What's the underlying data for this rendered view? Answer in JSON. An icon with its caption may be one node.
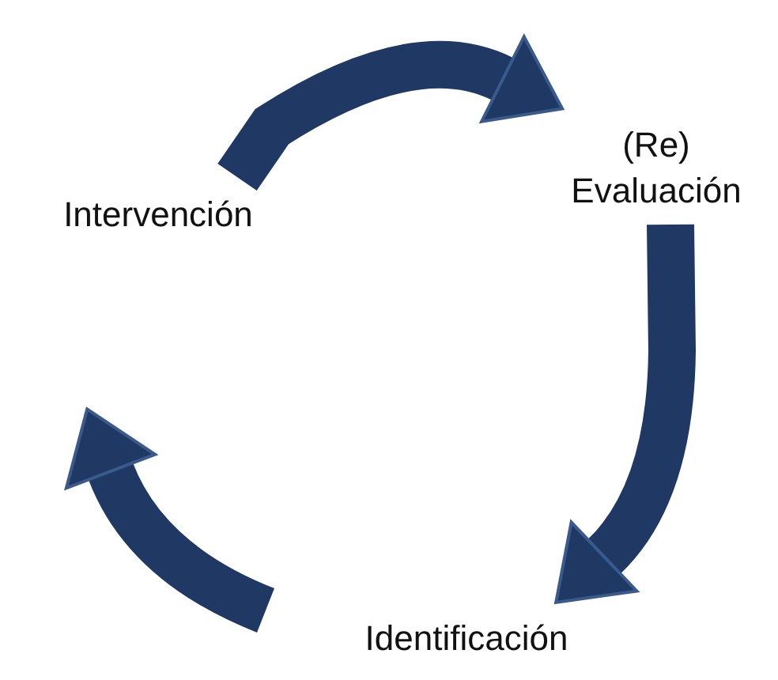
{
  "diagram": {
    "nodes": [
      {
        "text": [
          "Intervención"
        ]
      },
      {
        "text": [
          "(Re) Evaluación"
        ]
      },
      {
        "text": [
          "Identificación"
        ]
      }
    ],
    "edges": [
      {
        "from": 0,
        "to": 1,
        "arrow": "to"
      },
      {
        "from": 1,
        "to": 2,
        "arrow": "to"
      },
      {
        "from": 2,
        "to": 0,
        "arrow": "to"
      }
    ]
  }
}
